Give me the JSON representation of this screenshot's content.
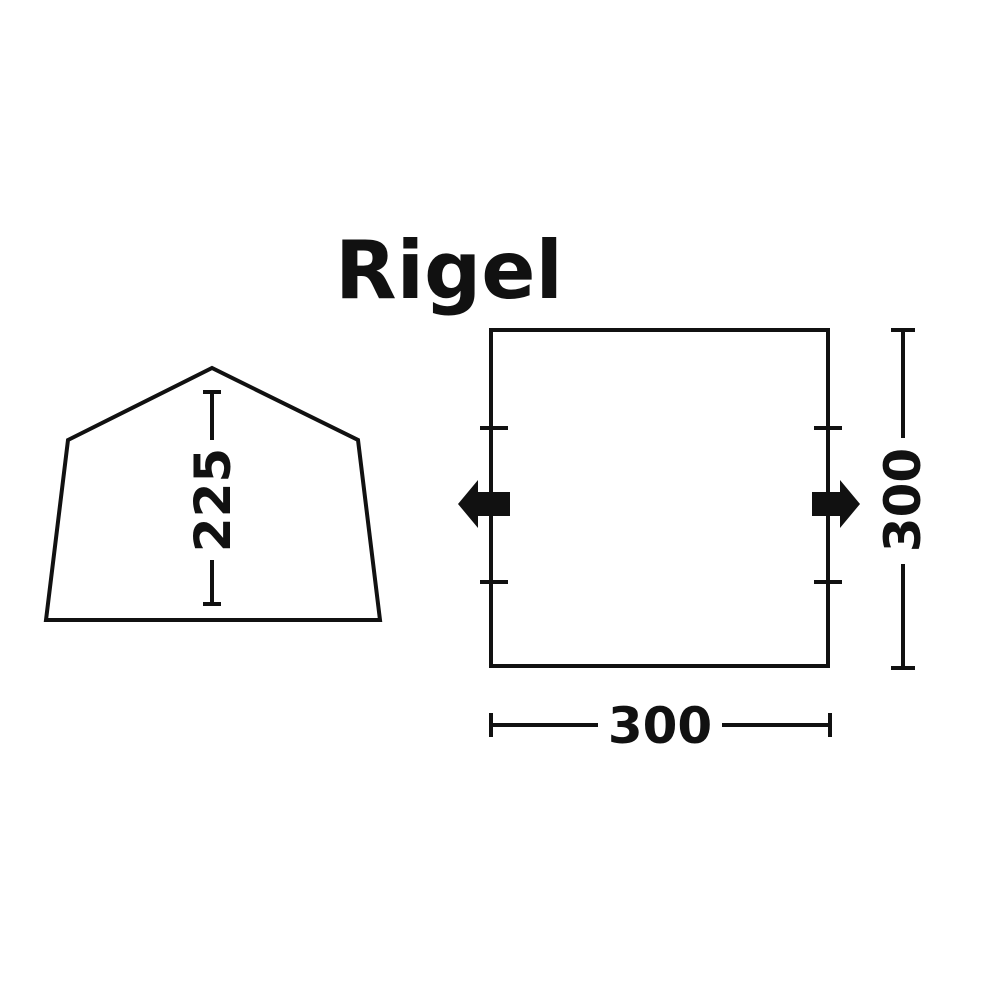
{
  "title": "Rigel",
  "side_view": {
    "height_label": "225"
  },
  "floor_plan": {
    "width_label": "300",
    "depth_label": "300"
  },
  "colors": {
    "line": "#111111",
    "background": "#ffffff"
  }
}
